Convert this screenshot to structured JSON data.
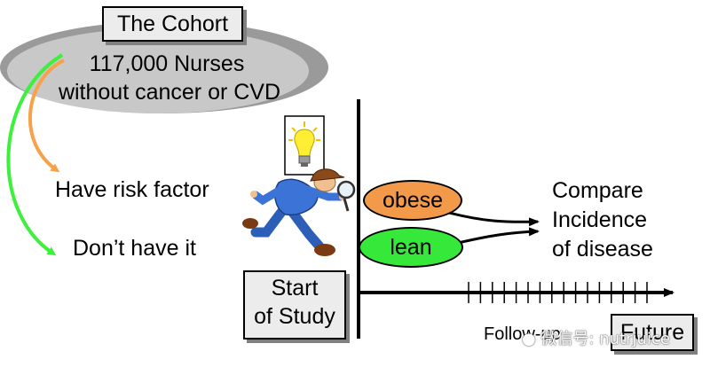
{
  "cohort": {
    "title": "The Cohort",
    "line1": "117,000 Nurses",
    "line2": "without cancer or CVD"
  },
  "groups": {
    "risk": "Have risk factor",
    "no_risk": "Don’t have it"
  },
  "exposure": {
    "obese": "obese",
    "lean": "lean"
  },
  "outcome": {
    "line1": "Compare",
    "line2": "Incidence",
    "line3": "of disease"
  },
  "timeline": {
    "start_line1": "Start",
    "start_line2": "of Study",
    "followup": "Follow-up",
    "future": "Future"
  },
  "watermark": "微信号: nutrjuice",
  "colors": {
    "ellipse_fill": "#c8c8c8",
    "ellipse_shadow": "#9a9a9a",
    "arrow_orange": "#f7a24a",
    "arrow_green": "#3cf03c",
    "obese_fill": "#f29a4a",
    "lean_fill": "#36e83a",
    "box_fill": "#ececec"
  },
  "icons": {
    "idea": "lightbulb-icon",
    "investigator": "detective-icon"
  }
}
